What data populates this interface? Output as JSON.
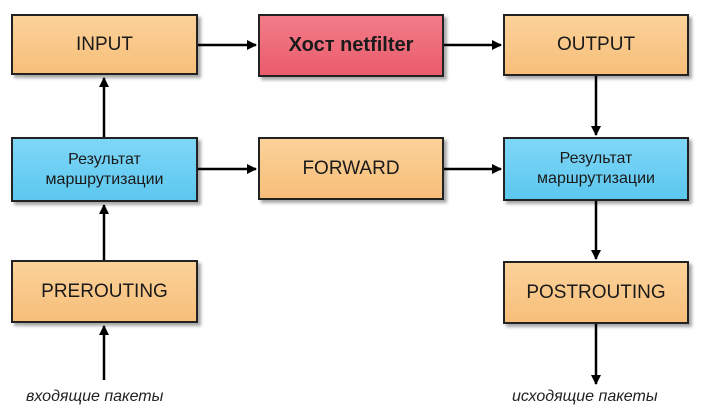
{
  "boxes": {
    "input": "INPUT",
    "host": "Хост netfilter",
    "output": "OUTPUT",
    "route_left": [
      "Результат",
      "маршрутизации"
    ],
    "forward": "FORWARD",
    "route_right": [
      "Результат",
      "маршрутизации"
    ],
    "prerouting": "PREROUTING",
    "postrouting": "POSTROUTING"
  },
  "captions": {
    "incoming": "входящие пакеты",
    "outgoing": "исходящие пакеты"
  },
  "colors": {
    "chain_box": "#f9c887",
    "host_box": "#ee6b79",
    "routing_box": "#6ccff3",
    "arrow": "#000000"
  }
}
